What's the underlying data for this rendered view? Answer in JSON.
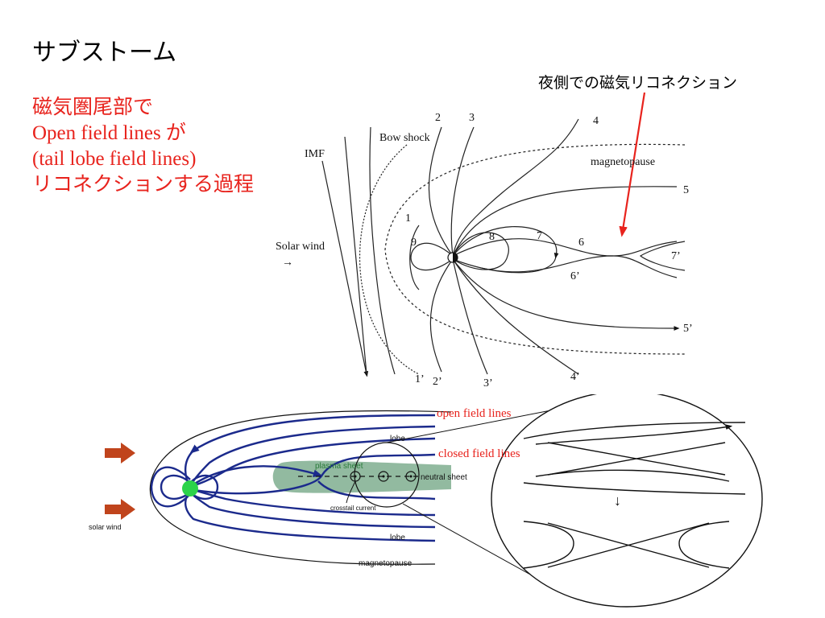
{
  "slide": {
    "title": "サブストーム",
    "description_lines": [
      "磁気圏尾部で",
      "Open field lines が",
      "(tail lobe field lines)",
      "リコネクションする過程"
    ],
    "night_side_annotation": "夜側での磁気リコネクション"
  },
  "top_diagram": {
    "labels": {
      "imf": "IMF",
      "bow_shock": "Bow shock",
      "solar_wind": "Solar wind",
      "magnetopause": "magnetopause"
    },
    "line_numbers": [
      "1",
      "2",
      "3",
      "4",
      "5",
      "6",
      "7",
      "8",
      "9",
      "1’",
      "2’",
      "3’",
      "4’",
      "5’",
      "6’",
      "7’"
    ]
  },
  "bottom_diagram": {
    "labels": {
      "lobe_top": "lobe",
      "lobe_bottom": "lobe",
      "plasma_sheet": "plasma sheet",
      "neutral_sheet": "neutral sheet",
      "crosstail_current": "crosstail current",
      "solar_wind": "solar wind",
      "magnetopause": "magnetopause"
    },
    "red_annotations": {
      "open_field_lines": "open field lines",
      "closed_field_lines": "closed field lines"
    },
    "zoom_arrow": "↓"
  },
  "colors": {
    "red": "#e8231d",
    "field_blue": "#1b2a8c",
    "plasma_green": "#7fae8f",
    "earth_green": "#2bd34a",
    "arrow_red": "#c0441c"
  }
}
